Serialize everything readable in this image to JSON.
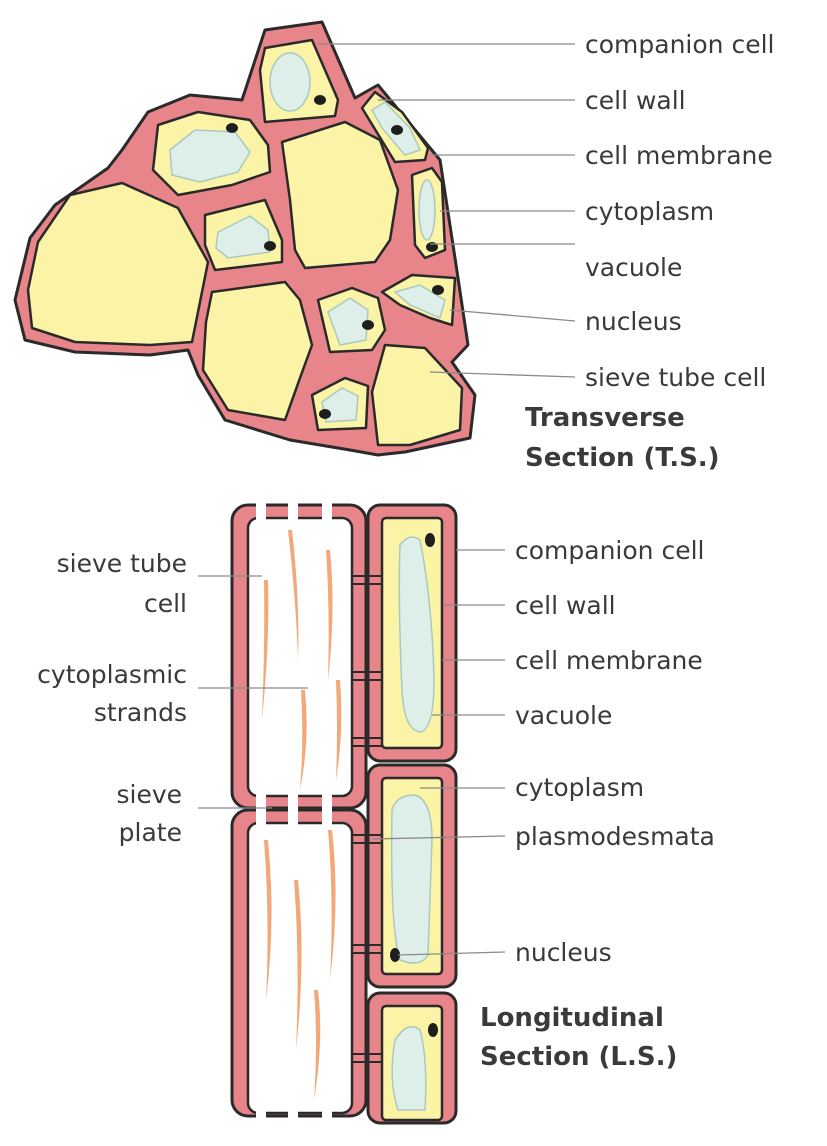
{
  "colors": {
    "wall": "#e7858b",
    "cytoplasm": "#fbf3a6",
    "vacuole": "#deeee9",
    "nucleus": "#1e1e1e",
    "strand": "#f2a878",
    "text": "#3a3a3a",
    "leader": "#8a8a8a"
  },
  "ts": {
    "title_line1": "Transverse",
    "title_line2": "Section (T.S.)",
    "labels": {
      "companion_cell": "companion cell",
      "cell_wall": "cell wall",
      "cell_membrane": "cell membrane",
      "cytoplasm": "cytoplasm",
      "vacuole": "vacuole",
      "nucleus": "nucleus",
      "sieve_tube_cell": "sieve tube cell"
    }
  },
  "ls": {
    "title_line1": "Longitudinal",
    "title_line2": "Section (L.S.)",
    "labels_right": {
      "companion_cell": "companion cell",
      "cell_wall": "cell wall",
      "cell_membrane": "cell membrane",
      "vacuole": "vacuole",
      "cytoplasm": "cytoplasm",
      "plasmodesmata": "plasmodesmata",
      "nucleus": "nucleus"
    },
    "labels_left": {
      "sieve_tube_line1": "sieve tube",
      "sieve_tube_line2": "cell",
      "strands_line1": "cytoplasmic",
      "strands_line2": "strands",
      "sieve_plate_line1": "sieve",
      "sieve_plate_line2": "plate"
    }
  }
}
